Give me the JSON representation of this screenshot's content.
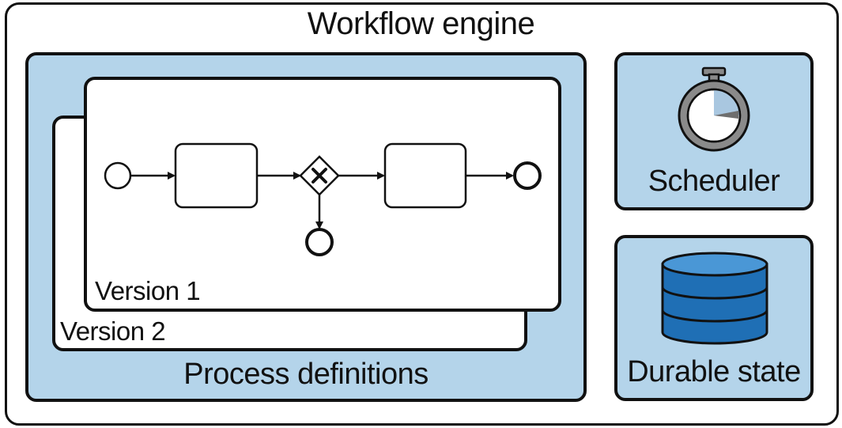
{
  "diagram": {
    "title": "Workflow engine",
    "process_definitions": {
      "label": "Process definitions",
      "versions": [
        {
          "label": "Version 1"
        },
        {
          "label": "Version 2"
        }
      ]
    },
    "scheduler": {
      "label": "Scheduler",
      "icon": "stopwatch-icon"
    },
    "durable_state": {
      "label": "Durable state",
      "icon": "database-icon"
    }
  },
  "colors": {
    "panel_fill": "#b4d4ea",
    "database_blue": "#1f6fb5",
    "stopwatch_gray": "#8a8a8a",
    "stopwatch_accent": "#a9c7e0",
    "outline": "#111111"
  }
}
